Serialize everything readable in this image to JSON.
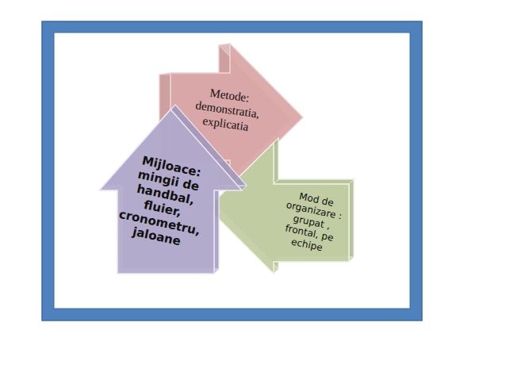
{
  "diagram": {
    "nodes": [
      {
        "text": [
          "Metode: demonstratia, explicatia"
        ]
      },
      {
        "text": [
          "Mijloace: mingii de handbal, fluier, cronometru, jaloane"
        ]
      },
      {
        "text": [
          "Mod de organizare : grupat , frontal, pe echipe"
        ]
      }
    ]
  }
}
